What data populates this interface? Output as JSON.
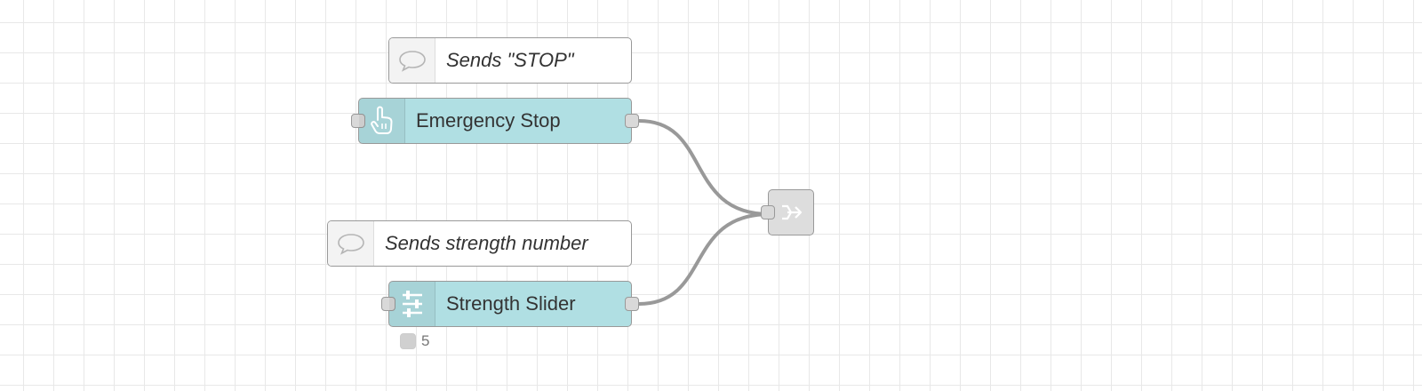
{
  "flow": {
    "nodes": {
      "comment_stop": {
        "label": "Sends \"STOP\"",
        "icon": "comment-icon"
      },
      "emergency_stop": {
        "label": "Emergency Stop",
        "icon": "hand-pointer-icon",
        "color": "#b0dfe3"
      },
      "comment_strength": {
        "label": "Sends strength number",
        "icon": "comment-icon"
      },
      "strength_slider": {
        "label": "Strength Slider",
        "icon": "sliders-icon",
        "color": "#b0dfe3",
        "status_text": "5"
      },
      "link_out": {
        "icon": "link-out-icon",
        "color": "#dddddd"
      }
    },
    "wire_color": "#999999",
    "grid_color": "#e8e8e8"
  }
}
